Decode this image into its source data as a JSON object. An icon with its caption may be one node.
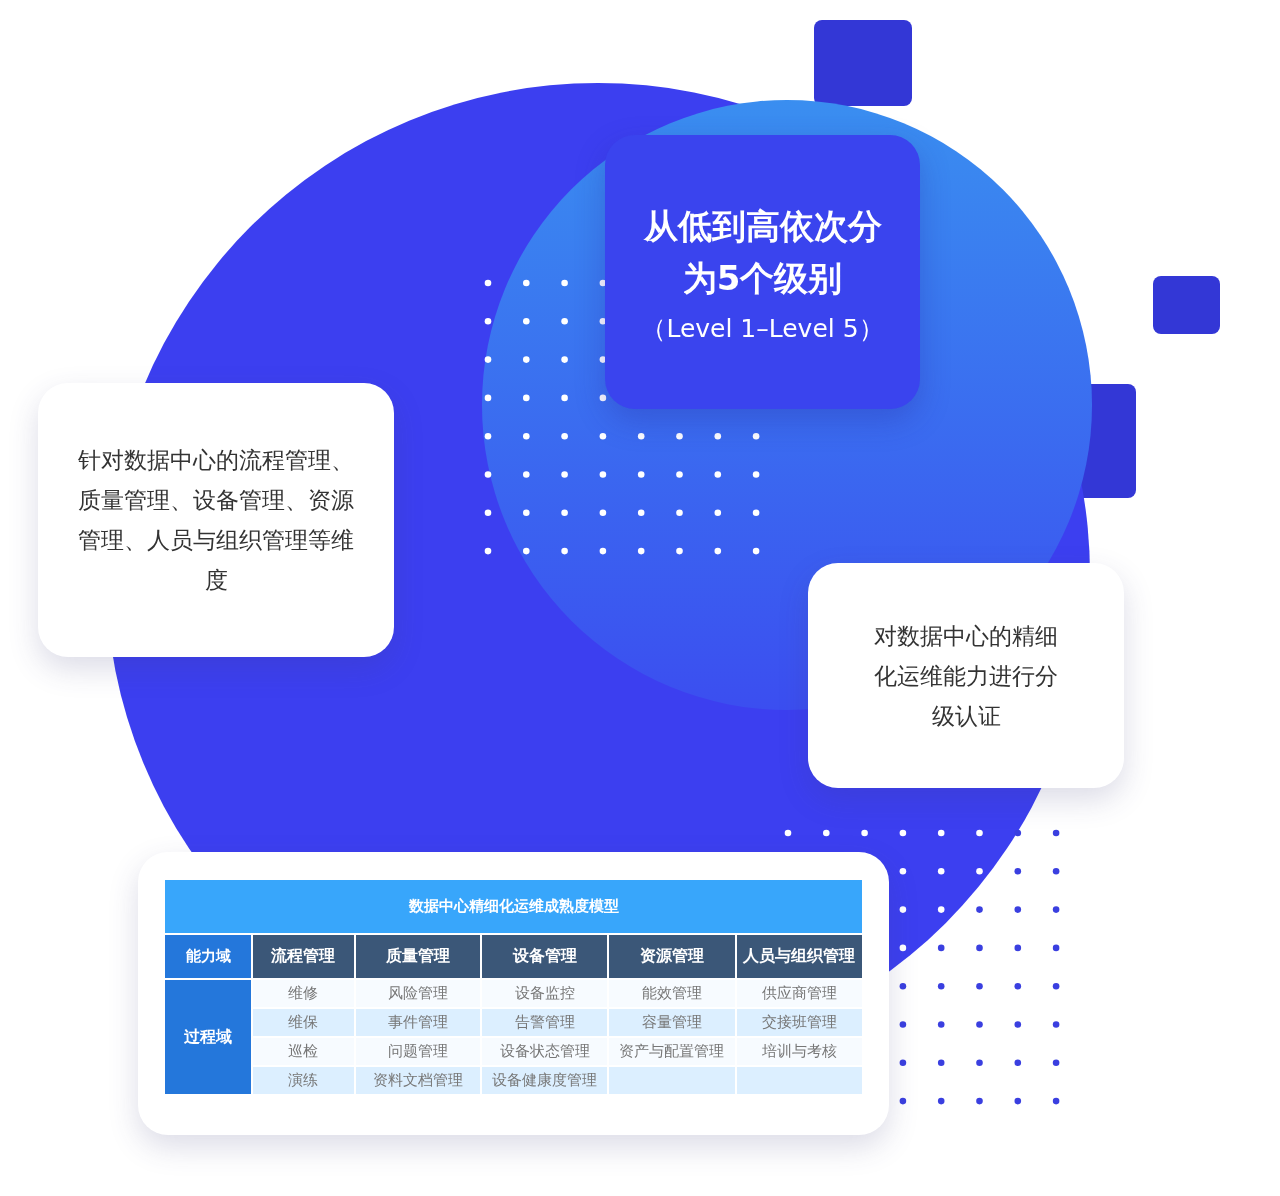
{
  "diagram": {
    "nodes": [
      {
        "text": [
          "从低到高依次分为5个级别",
          "（Level 1–Level 5）"
        ]
      },
      {
        "text": [
          "针对数据中心的流程管理、质量管理、设备管理、资源管理、人员与组织管理等维度"
        ]
      },
      {
        "text": [
          "对数据中心的精细化运维能力进行分级认证"
        ]
      }
    ],
    "edges": [],
    "labels": [
      "数据中心精细化运维成熟度模型",
      "能力域",
      "流程管理",
      "质量管理",
      "设备管理",
      "资源管理",
      "人员与组织管理",
      "过程域",
      "维修",
      "风险管理",
      "设备监控",
      "能效管理",
      "供应商管理",
      "维保",
      "事件管理",
      "告警管理",
      "容量管理",
      "交接班管理",
      "巡检",
      "问题管理",
      "设备状态管理",
      "资产与配置管理",
      "培训与考核",
      "演练",
      "资料文档管理",
      "设备健康度管理"
    ]
  }
}
